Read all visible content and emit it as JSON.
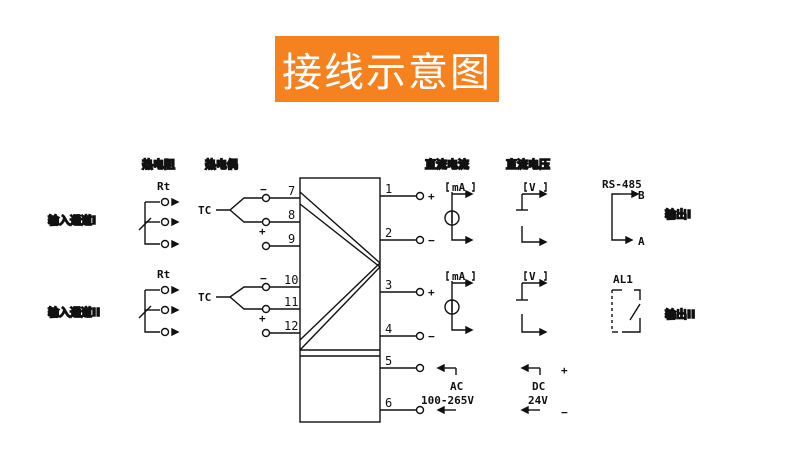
{
  "title": "接线示意图",
  "headers": {
    "rtd": "热电阻",
    "tc": "热电偶",
    "dc_current": "直流电流",
    "dc_voltage": "直流电压"
  },
  "inputs": {
    "ch1": "输入通道I",
    "ch2": "输入通道II",
    "rt": "Rt",
    "tc": "TC"
  },
  "outputs": {
    "out1": "输出I",
    "out2": "输出II",
    "rs485": "RS-485",
    "rs_b": "B",
    "rs_a": "A",
    "al1": "AL1",
    "ma": "mA",
    "v": "V"
  },
  "terminals": {
    "left": [
      "7",
      "8",
      "9",
      "10",
      "11",
      "12"
    ],
    "right": [
      "1",
      "2",
      "3",
      "4",
      "5",
      "6"
    ]
  },
  "signs": {
    "plus": "+",
    "minus": "−"
  },
  "power": {
    "ac": "AC",
    "ac_range": "100-265V",
    "dc": "DC",
    "dc_value": "24V"
  }
}
